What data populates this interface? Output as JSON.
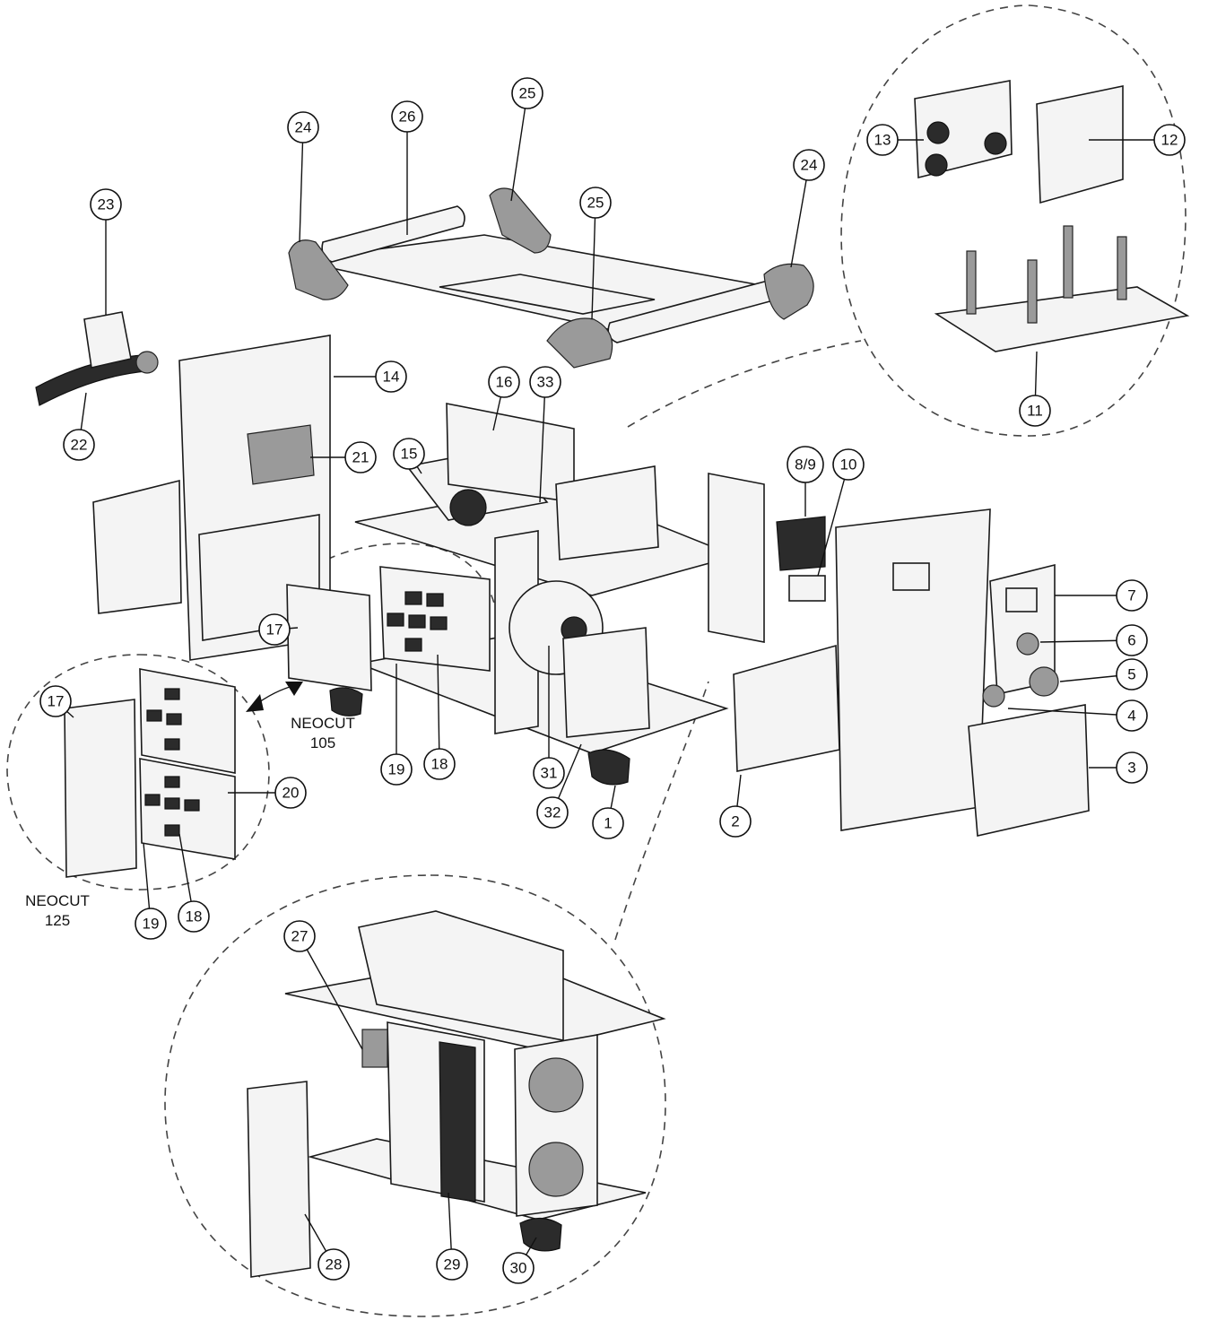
{
  "callouts": [
    {
      "id": "c1",
      "label": "1"
    },
    {
      "id": "c2",
      "label": "2"
    },
    {
      "id": "c3",
      "label": "3"
    },
    {
      "id": "c4",
      "label": "4"
    },
    {
      "id": "c5",
      "label": "5"
    },
    {
      "id": "c6",
      "label": "6"
    },
    {
      "id": "c7",
      "label": "7"
    },
    {
      "id": "c89",
      "label": "8/9"
    },
    {
      "id": "c10",
      "label": "10"
    },
    {
      "id": "c11",
      "label": "11"
    },
    {
      "id": "c12",
      "label": "12"
    },
    {
      "id": "c13",
      "label": "13"
    },
    {
      "id": "c14",
      "label": "14"
    },
    {
      "id": "c15",
      "label": "15"
    },
    {
      "id": "c16",
      "label": "16"
    },
    {
      "id": "c17a",
      "label": "17"
    },
    {
      "id": "c17b",
      "label": "17"
    },
    {
      "id": "c18a",
      "label": "18"
    },
    {
      "id": "c18b",
      "label": "18"
    },
    {
      "id": "c19a",
      "label": "19"
    },
    {
      "id": "c19b",
      "label": "19"
    },
    {
      "id": "c20",
      "label": "20"
    },
    {
      "id": "c21",
      "label": "21"
    },
    {
      "id": "c22",
      "label": "22"
    },
    {
      "id": "c23",
      "label": "23"
    },
    {
      "id": "c24a",
      "label": "24"
    },
    {
      "id": "c24b",
      "label": "24"
    },
    {
      "id": "c25a",
      "label": "25"
    },
    {
      "id": "c25b",
      "label": "25"
    },
    {
      "id": "c26",
      "label": "26"
    },
    {
      "id": "c27",
      "label": "27"
    },
    {
      "id": "c28",
      "label": "28"
    },
    {
      "id": "c29",
      "label": "29"
    },
    {
      "id": "c30",
      "label": "30"
    },
    {
      "id": "c31",
      "label": "31"
    },
    {
      "id": "c32",
      "label": "32"
    },
    {
      "id": "c33",
      "label": "33"
    }
  ],
  "models": {
    "neocut105": {
      "line1": "NEOCUT",
      "line2": "105"
    },
    "neocut125": {
      "line1": "NEOCUT",
      "line2": "125"
    }
  }
}
